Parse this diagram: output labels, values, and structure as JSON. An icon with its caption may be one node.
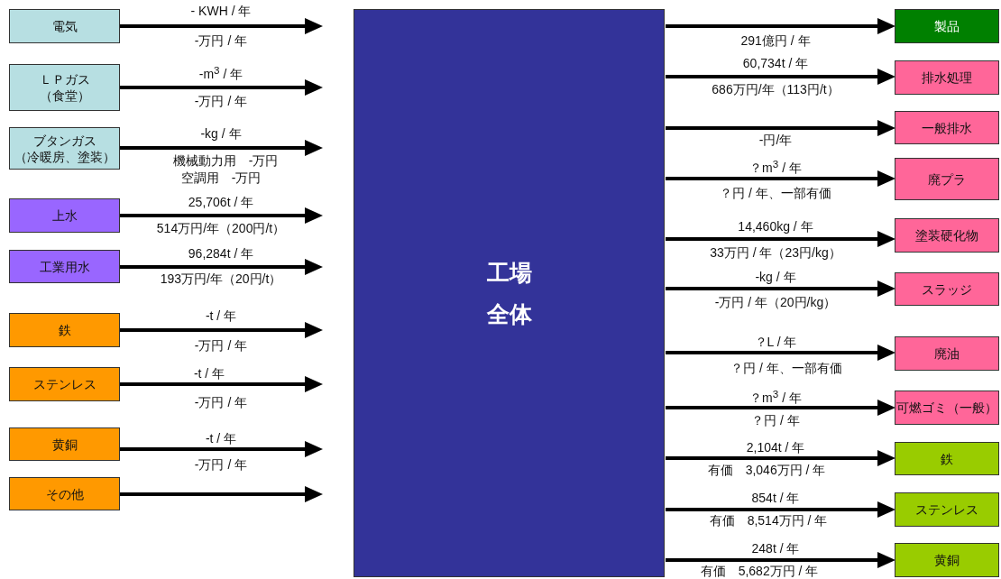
{
  "diagram": {
    "nodes": [
      {
        "text": [
          "電気"
        ]
      },
      {
        "text": [
          "ＬＰガス",
          "（食堂）"
        ]
      },
      {
        "text": [
          "ブタンガス",
          "（冷暖房、塗装）"
        ]
      },
      {
        "text": [
          "上水"
        ]
      },
      {
        "text": [
          "工業用水"
        ]
      },
      {
        "text": [
          "鉄"
        ]
      },
      {
        "text": [
          "ステンレス"
        ]
      },
      {
        "text": [
          "黄銅"
        ]
      },
      {
        "text": [
          "その他"
        ]
      },
      {
        "text": [
          "工場",
          "全体"
        ]
      },
      {
        "text": [
          "製品"
        ]
      },
      {
        "text": [
          "排水処理"
        ]
      },
      {
        "text": [
          "一般排水"
        ]
      },
      {
        "text": [
          "廃プラ"
        ]
      },
      {
        "text": [
          "塗装硬化物"
        ]
      },
      {
        "text": [
          "スラッジ"
        ]
      },
      {
        "text": [
          "廃油"
        ]
      },
      {
        "text": [
          "可燃ゴミ（一般）"
        ]
      },
      {
        "text": [
          "鉄"
        ]
      },
      {
        "text": [
          "ステンレス"
        ]
      },
      {
        "text": [
          "黄銅"
        ]
      }
    ],
    "edges": [
      {
        "from": 0,
        "to": null,
        "arrow": "to"
      },
      {
        "from": 1,
        "to": null,
        "arrow": "to"
      },
      {
        "from": 2,
        "to": null,
        "arrow": "to"
      },
      {
        "from": 3,
        "to": null,
        "arrow": "to"
      },
      {
        "from": 4,
        "to": null,
        "arrow": "to"
      },
      {
        "from": 5,
        "to": null,
        "arrow": "to"
      },
      {
        "from": 6,
        "to": null,
        "arrow": "to"
      },
      {
        "from": 7,
        "to": null,
        "arrow": "to"
      },
      {
        "from": 8,
        "to": null,
        "arrow": "to"
      },
      {
        "from": 9,
        "to": 10,
        "arrow": "to"
      },
      {
        "from": 9,
        "to": 11,
        "arrow": "to"
      },
      {
        "from": 9,
        "to": 12,
        "arrow": "to"
      },
      {
        "from": 9,
        "to": 13,
        "arrow": "to"
      },
      {
        "from": 9,
        "to": 14,
        "arrow": "to"
      },
      {
        "from": 9,
        "to": 15,
        "arrow": "to"
      },
      {
        "from": 9,
        "to": 16,
        "arrow": "to"
      },
      {
        "from": 9,
        "to": 17,
        "arrow": "to"
      },
      {
        "from": 9,
        "to": 18,
        "arrow": "to"
      },
      {
        "from": 9,
        "to": 19,
        "arrow": "to"
      },
      {
        "from": 9,
        "to": 20,
        "arrow": "to"
      }
    ],
    "labels": [
      "- KWH / 年",
      "-万円 / 年",
      "-m$^{3}$ / 年",
      "-万円 / 年",
      "-kg / 年",
      "機械動力用　-万円",
      "空調用　-万円",
      "25,706t / 年",
      "514万円/年（200円/t）",
      "96,284t / 年",
      "193万円/年（20円/t）",
      "-t / 年",
      "-万円 / 年",
      "-t / 年",
      "-万円 / 年",
      "-t / 年",
      "-万円 / 年",
      "291億円 / 年",
      "60,734t / 年",
      "686万円/年（113円/t）",
      "-円/年",
      "？m$^{3}$ / 年",
      "？円 / 年、一部有価",
      "14,460kg / 年",
      "33万円 / 年（23円/kg）",
      "-kg / 年",
      "-万円 / 年（20円/kg）",
      "？L / 年",
      "？円 / 年、一部有価",
      "？m$^{3}$ / 年",
      "？円 / 年",
      "2,104t / 年",
      "有価　3,046万円 / 年",
      "854t / 年",
      "有価　8,514万円 / 年",
      "248t / 年",
      "有価　5,682万円 / 年"
    ]
  }
}
